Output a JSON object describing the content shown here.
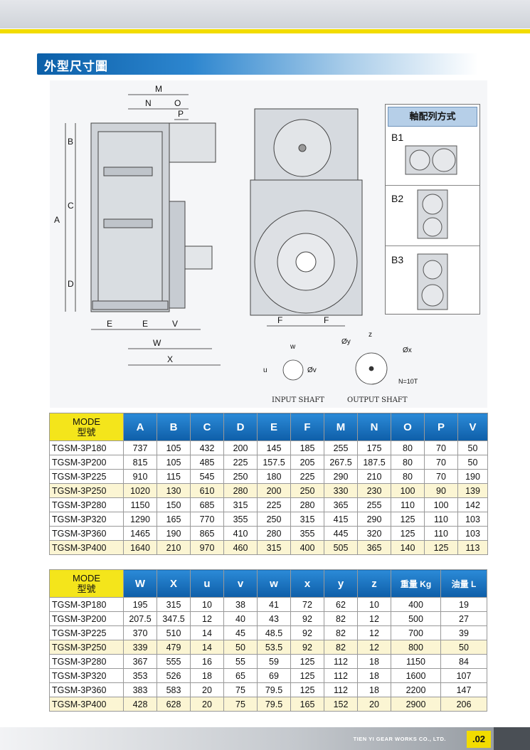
{
  "section_title": "外型尺寸圖",
  "drawing": {
    "dim_labels": [
      "M",
      "N",
      "O",
      "P",
      "B",
      "C",
      "A",
      "D",
      "E",
      "E",
      "V",
      "W",
      "X",
      "F",
      "F"
    ],
    "arrangement_title": "軸配列方式",
    "arrangements": [
      "B1",
      "B2",
      "B3"
    ],
    "input_shaft": {
      "caption": "INPUT SHAFT",
      "labels": [
        "w",
        "u",
        "Øv"
      ]
    },
    "output_shaft": {
      "caption": "OUTPUT SHAFT",
      "labels": [
        "Øy",
        "z",
        "Øx",
        "N=10T"
      ]
    }
  },
  "table1": {
    "mode_label": "MODE",
    "mode_label_cn": "型號",
    "columns": [
      "A",
      "B",
      "C",
      "D",
      "E",
      "F",
      "M",
      "N",
      "O",
      "P",
      "V"
    ],
    "rows": [
      {
        "model": "TGSM-3P180",
        "values": [
          "737",
          "105",
          "432",
          "200",
          "145",
          "185",
          "255",
          "175",
          "80",
          "70",
          "50"
        ]
      },
      {
        "model": "TGSM-3P200",
        "values": [
          "815",
          "105",
          "485",
          "225",
          "157.5",
          "205",
          "267.5",
          "187.5",
          "80",
          "70",
          "50"
        ]
      },
      {
        "model": "TGSM-3P225",
        "values": [
          "910",
          "115",
          "545",
          "250",
          "180",
          "225",
          "290",
          "210",
          "80",
          "70",
          "190"
        ]
      },
      {
        "model": "TGSM-3P250",
        "values": [
          "1020",
          "130",
          "610",
          "280",
          "200",
          "250",
          "330",
          "230",
          "100",
          "90",
          "139"
        ]
      },
      {
        "model": "TGSM-3P280",
        "values": [
          "1150",
          "150",
          "685",
          "315",
          "225",
          "280",
          "365",
          "255",
          "110",
          "100",
          "142"
        ]
      },
      {
        "model": "TGSM-3P320",
        "values": [
          "1290",
          "165",
          "770",
          "355",
          "250",
          "315",
          "415",
          "290",
          "125",
          "110",
          "103"
        ]
      },
      {
        "model": "TGSM-3P360",
        "values": [
          "1465",
          "190",
          "865",
          "410",
          "280",
          "355",
          "445",
          "320",
          "125",
          "110",
          "103"
        ]
      },
      {
        "model": "TGSM-3P400",
        "values": [
          "1640",
          "210",
          "970",
          "460",
          "315",
          "400",
          "505",
          "365",
          "140",
          "125",
          "113"
        ]
      }
    ]
  },
  "table2": {
    "mode_label": "MODE",
    "mode_label_cn": "型號",
    "columns": [
      "W",
      "X",
      "u",
      "v",
      "w",
      "x",
      "y",
      "z",
      "重量 Kg",
      "油量 L"
    ],
    "rows": [
      {
        "model": "TGSM-3P180",
        "values": [
          "195",
          "315",
          "10",
          "38",
          "41",
          "72",
          "62",
          "10",
          "400",
          "19"
        ]
      },
      {
        "model": "TGSM-3P200",
        "values": [
          "207.5",
          "347.5",
          "12",
          "40",
          "43",
          "92",
          "82",
          "12",
          "500",
          "27"
        ]
      },
      {
        "model": "TGSM-3P225",
        "values": [
          "370",
          "510",
          "14",
          "45",
          "48.5",
          "92",
          "82",
          "12",
          "700",
          "39"
        ]
      },
      {
        "model": "TGSM-3P250",
        "values": [
          "339",
          "479",
          "14",
          "50",
          "53.5",
          "92",
          "82",
          "12",
          "800",
          "50"
        ]
      },
      {
        "model": "TGSM-3P280",
        "values": [
          "367",
          "555",
          "16",
          "55",
          "59",
          "125",
          "112",
          "18",
          "1150",
          "84"
        ]
      },
      {
        "model": "TGSM-3P320",
        "values": [
          "353",
          "526",
          "18",
          "65",
          "69",
          "125",
          "112",
          "18",
          "1600",
          "107"
        ]
      },
      {
        "model": "TGSM-3P360",
        "values": [
          "383",
          "583",
          "20",
          "75",
          "79.5",
          "125",
          "112",
          "18",
          "2200",
          "147"
        ]
      },
      {
        "model": "TGSM-3P400",
        "values": [
          "428",
          "628",
          "20",
          "75",
          "79.5",
          "165",
          "152",
          "20",
          "2900",
          "206"
        ]
      }
    ]
  },
  "footer": {
    "company": "TIEN YI GEAR WORKS CO., LTD.",
    "page_number": ".02"
  }
}
